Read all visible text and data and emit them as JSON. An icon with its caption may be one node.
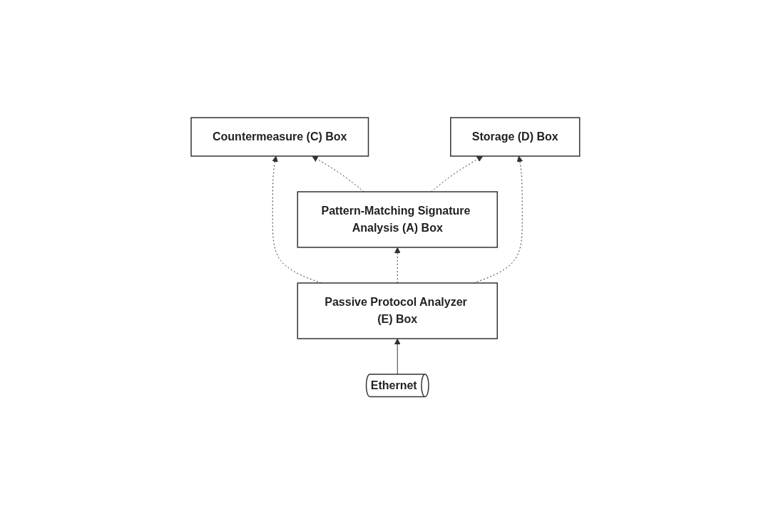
{
  "diagram": {
    "nodes": [
      {
        "text": [
          "Countermeasure (C) Box"
        ]
      },
      {
        "text": [
          "Pattern-Matching Signature Analysis (A) Box"
        ]
      },
      {
        "text": [
          "Storage (D) Box"
        ]
      },
      {
        "text": [
          "Passive Protocol Analyzer (E) Box"
        ]
      },
      {
        "text": [
          "Ethernet"
        ]
      }
    ],
    "edges": [
      {
        "from": 1,
        "to": 0,
        "arrow": "to",
        "style": "dashed"
      },
      {
        "from": 1,
        "to": 2,
        "arrow": "to",
        "style": "dashed"
      },
      {
        "from": 3,
        "to": 0,
        "arrow": "to",
        "style": "dashed"
      },
      {
        "from": 3,
        "to": 1,
        "arrow": "to",
        "style": "dashed"
      },
      {
        "from": 3,
        "to": 2,
        "arrow": "to",
        "style": "dashed"
      },
      {
        "from": 4,
        "to": 3,
        "arrow": "to"
      }
    ]
  }
}
